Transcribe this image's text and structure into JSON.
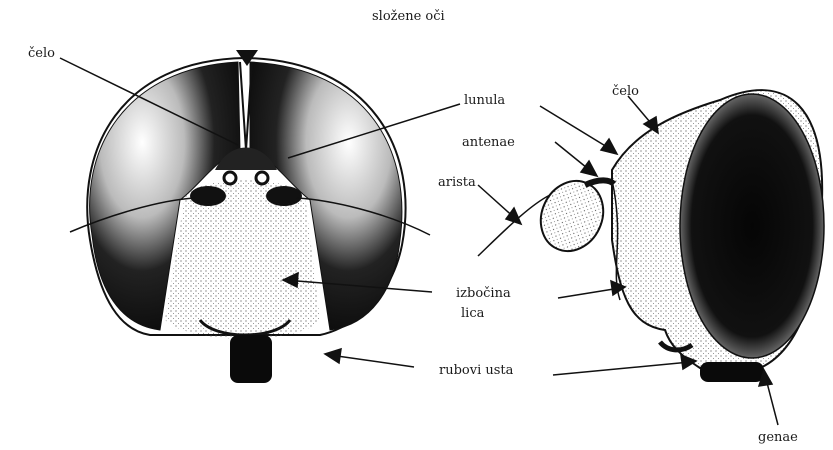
{
  "labels": {
    "slozene_oci": "složene oči",
    "celo_left": "čelo",
    "celo_right": "čelo",
    "lunula": "lunula",
    "antenae": "antenae",
    "arista": "arista",
    "izbocina": "izbočina",
    "lica": "lica",
    "rubovi_usta": "rubovi usta",
    "genae": "genae"
  },
  "colors": {
    "ink": "#111111",
    "stipple": "#555555",
    "background": "#ffffff"
  }
}
